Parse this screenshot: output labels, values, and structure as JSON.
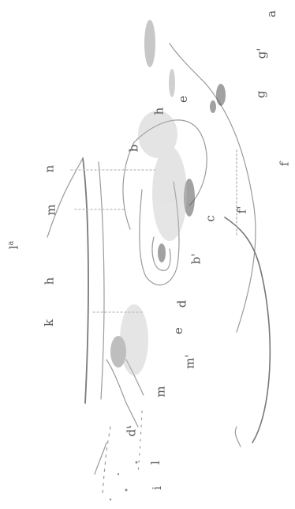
{
  "figure": {
    "labels": [
      {
        "id": "a",
        "text": "a"
      },
      {
        "id": "g-prime",
        "text": "g'"
      },
      {
        "id": "g",
        "text": "g"
      },
      {
        "id": "e-top",
        "text": "e"
      },
      {
        "id": "h-top",
        "text": "h"
      },
      {
        "id": "b",
        "text": "b"
      },
      {
        "id": "n",
        "text": "n"
      },
      {
        "id": "m",
        "text": "m"
      },
      {
        "id": "f",
        "text": "f"
      },
      {
        "id": "f-prime",
        "text": "f'"
      },
      {
        "id": "c",
        "text": "c"
      },
      {
        "id": "b-prime",
        "text": "b'"
      },
      {
        "id": "l-a",
        "text": "l",
        "sup": "a"
      },
      {
        "id": "h-mid",
        "text": "h"
      },
      {
        "id": "k",
        "text": "k"
      },
      {
        "id": "d",
        "text": "d"
      },
      {
        "id": "e-mid",
        "text": "e"
      },
      {
        "id": "m-prime",
        "text": "m'"
      },
      {
        "id": "m-low",
        "text": "m"
      },
      {
        "id": "d-prime",
        "text": "d'"
      },
      {
        "id": "l-low",
        "text": "l"
      },
      {
        "id": "i",
        "text": "i"
      }
    ]
  }
}
